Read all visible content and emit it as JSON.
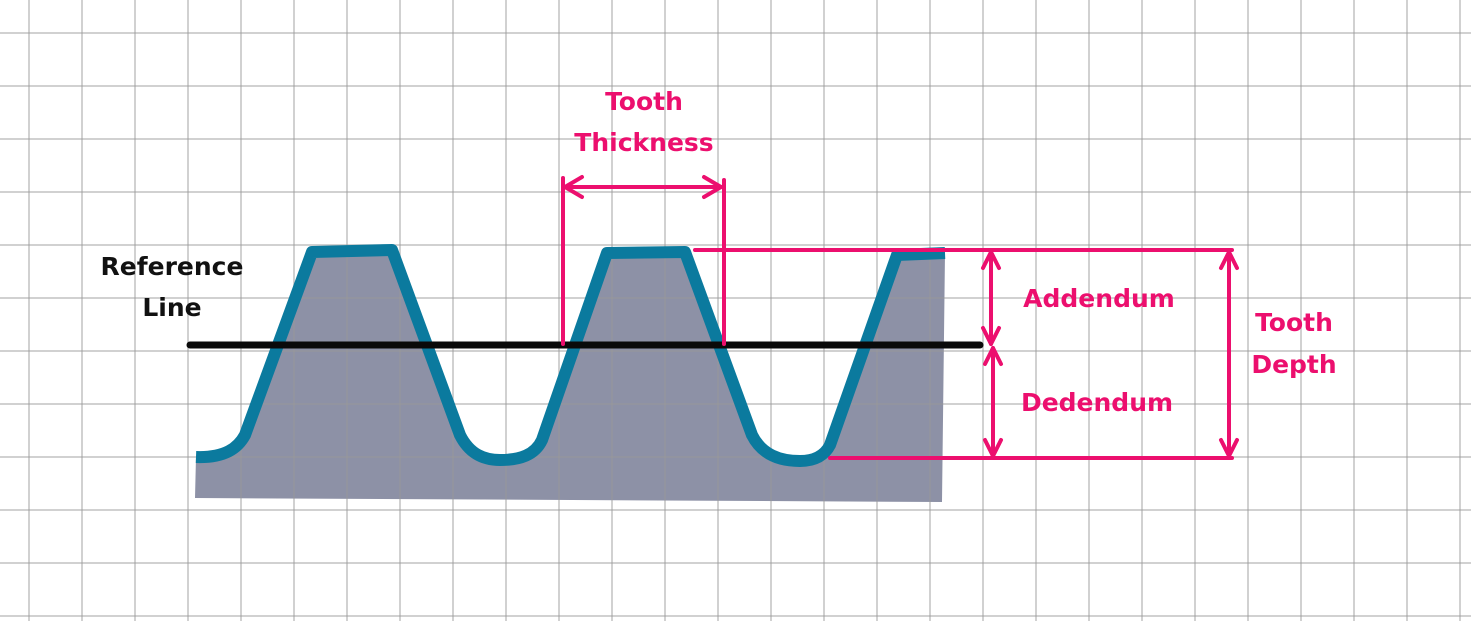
{
  "colors": {
    "grid": "#c4c4c4",
    "fill": "#8d91a6",
    "profile": "#0b7a9e",
    "reference": "#0a0a0a",
    "annotation": "#ec0f6e"
  },
  "labels": {
    "reference_line": [
      "Reference",
      "Line"
    ],
    "tooth_thickness": [
      "Tooth",
      "Thickness"
    ],
    "addendum": "Addendum",
    "dedendum": "Dedendum",
    "tooth_depth": [
      "Tooth",
      "Depth"
    ]
  }
}
